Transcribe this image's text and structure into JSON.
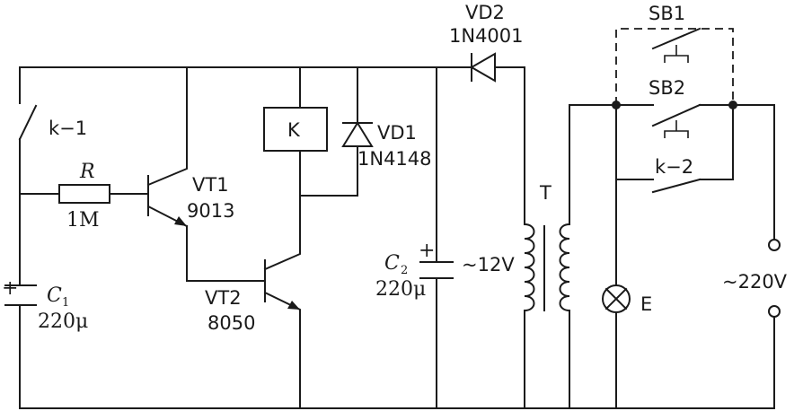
{
  "diagram": {
    "switch_k1": "k−1",
    "resistor_r": {
      "symbol": "R",
      "value": "1M"
    },
    "capacitor_c1": {
      "symbol": "C",
      "subscript": "1",
      "value": "220μ"
    },
    "transistor_vt1": {
      "name": "VT1",
      "part": "9013"
    },
    "transistor_vt2": {
      "name": "VT2",
      "part": "8050"
    },
    "relay_k": "K",
    "diode_vd1": {
      "name": "VD1",
      "part": "1N4148"
    },
    "diode_vd2": {
      "name": "VD2",
      "part": "1N4001"
    },
    "capacitor_c2": {
      "symbol": "C",
      "subscript": "2",
      "value": "220μ"
    },
    "secondary_voltage": "~12V",
    "transformer": "T",
    "switch_sb1": "SB1",
    "switch_sb2": "SB2",
    "switch_k2": "k−2",
    "lamp_e": "E",
    "mains_voltage": "~220V",
    "polarity_plus": "+"
  }
}
